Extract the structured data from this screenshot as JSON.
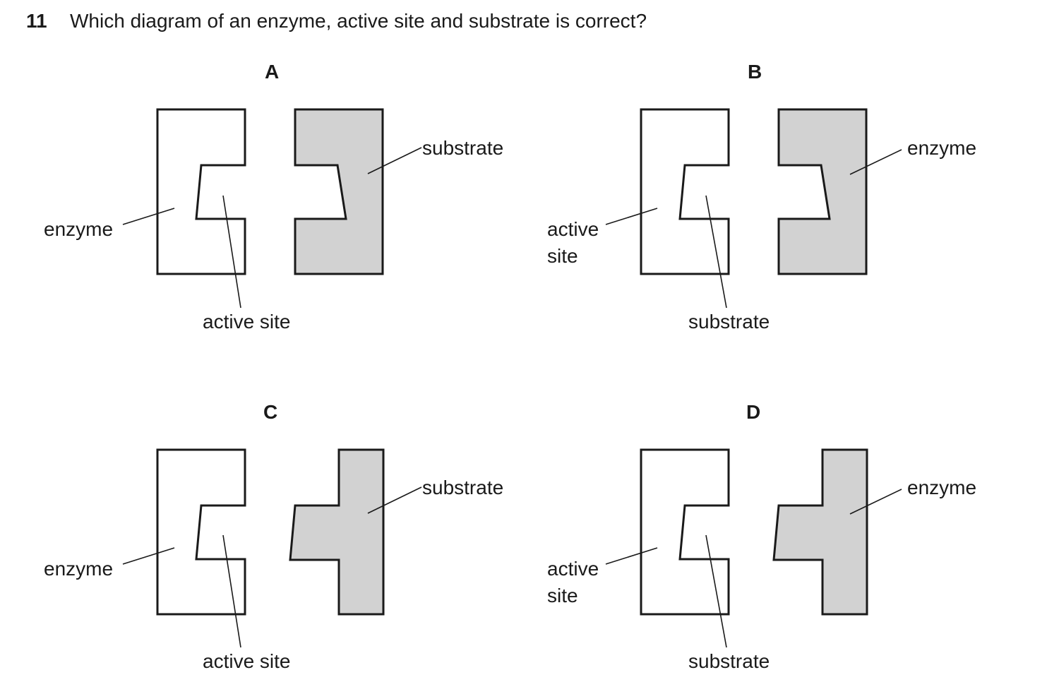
{
  "question": {
    "number": "11",
    "text": "Which diagram of an enzyme, active site and substrate is correct?"
  },
  "colors": {
    "background": "#ffffff",
    "substrate_fill": "#d2d2d2",
    "outline": "#1a1a1a",
    "text": "#1a1a1a"
  },
  "panels": [
    {
      "letter": "A",
      "labels": {
        "side": "enzyme",
        "bottom": "active site",
        "right": "substrate"
      }
    },
    {
      "letter": "B",
      "labels": {
        "side": "active site",
        "bottom": "substrate",
        "right": "enzyme"
      }
    },
    {
      "letter": "C",
      "labels": {
        "side": "enzyme",
        "bottom": "active site",
        "right": "substrate"
      }
    },
    {
      "letter": "D",
      "labels": {
        "side": "active site",
        "bottom": "substrate",
        "right": "enzyme"
      }
    }
  ]
}
